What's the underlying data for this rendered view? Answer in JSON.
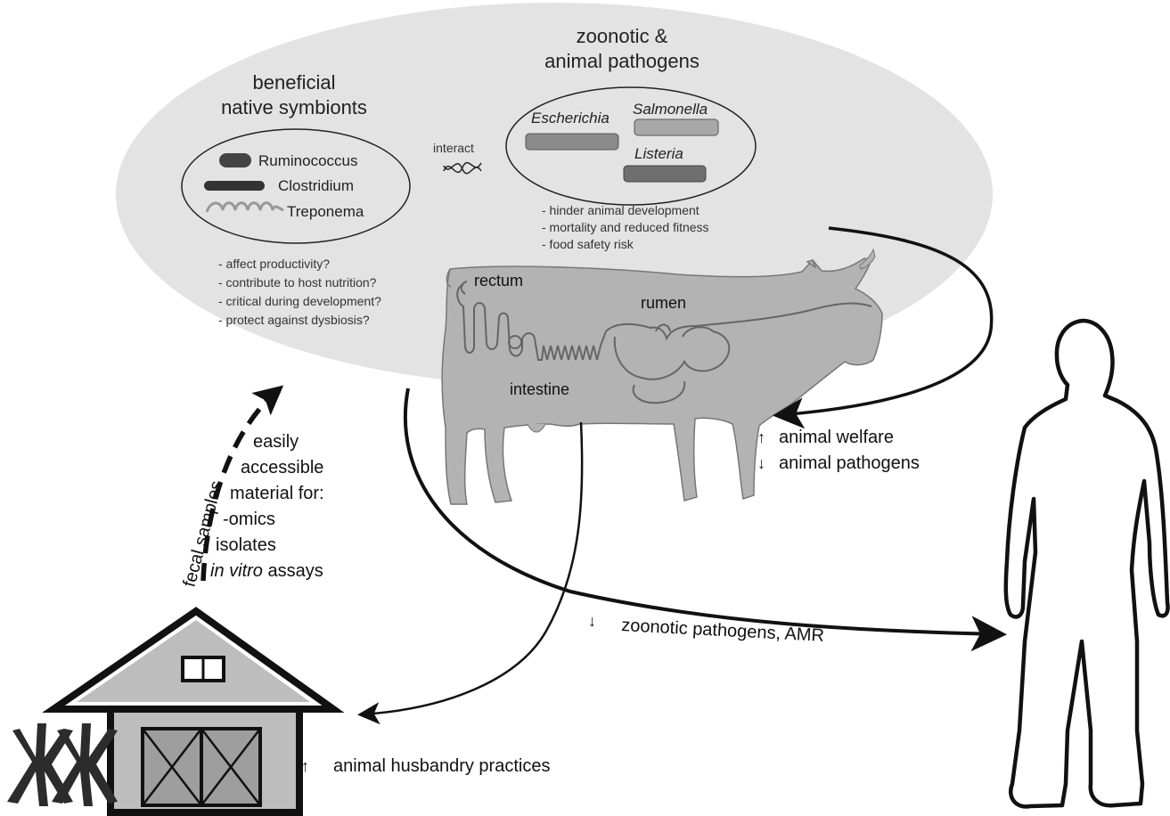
{
  "cloud": {
    "symbionts_title_1": "beneficial",
    "symbionts_title_2": "native symbionts",
    "symbionts": [
      "Ruminococcus",
      "Clostridium",
      "Treponema"
    ],
    "symbiont_questions": [
      "- affect productivity?",
      "- contribute to host nutrition?",
      "- critical during development?",
      "- protect against dysbiosis?"
    ],
    "interact": "interact",
    "pathogens_title_1": "zoonotic &",
    "pathogens_title_2": "animal pathogens",
    "pathogens": [
      "Escherichia",
      "Salmonella",
      "Listeria"
    ],
    "pathogen_effects": [
      "- hinder animal development",
      "- mortality and reduced fitness",
      "- food safety risk"
    ]
  },
  "cow": {
    "rectum": "rectum",
    "rumen": "rumen",
    "intestine": "intestine"
  },
  "outcomes": {
    "up_arrow": "↑",
    "down_arrow": "↓",
    "animal_welfare": "animal welfare",
    "animal_pathogens": "animal pathogens",
    "zoonotic": "zoonotic pathogens, AMR",
    "husbandry": "animal husbandry practices"
  },
  "fecal": {
    "label": "fecal samples",
    "lines": [
      "easily",
      "accessible",
      "material for:",
      "-omics",
      "isolates"
    ],
    "invitro_italic": "in vitro",
    "invitro_rest": " assays"
  }
}
